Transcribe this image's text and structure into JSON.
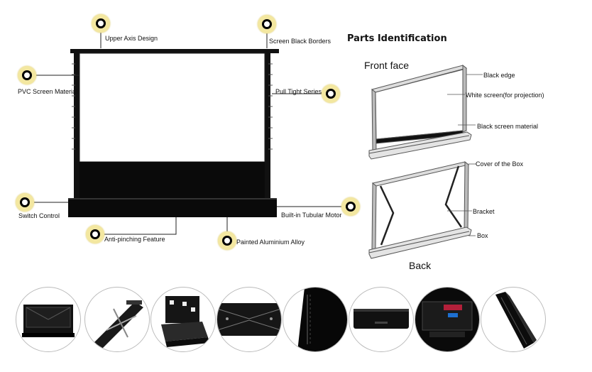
{
  "callouts": {
    "upper_axis": "Upper Axis Design",
    "black_borders": "Screen Black Borders",
    "pvc_material": "PVC Screen Material",
    "pull_tight": "Pull Tight Series",
    "switch_control": "Switch Control",
    "tubular_motor": "Built-in Tubular Motor",
    "anti_pinching": "Anti-pinching Feature",
    "aluminium": "Painted Aluminium Alloy"
  },
  "parts": {
    "heading": "Parts Identification",
    "front_face": "Front face",
    "back": "Back",
    "black_edge": "Black edge",
    "white_screen": "White screen(for projection)",
    "black_material": "Black screen material",
    "box_cover": "Cover of the Box",
    "bracket": "Bracket",
    "box": "Box"
  },
  "colors": {
    "marker_ring": "#f3e7a0",
    "frame": "#111111"
  },
  "thumbnails": [
    {
      "icon": "screen-front-view"
    },
    {
      "icon": "scissor-bracket-detail"
    },
    {
      "icon": "bracket-frame-view"
    },
    {
      "icon": "case-top-detail"
    },
    {
      "icon": "screen-side-edge"
    },
    {
      "icon": "closed-box-view"
    },
    {
      "icon": "motor-interior-detail"
    },
    {
      "icon": "screen-angle-view"
    }
  ]
}
